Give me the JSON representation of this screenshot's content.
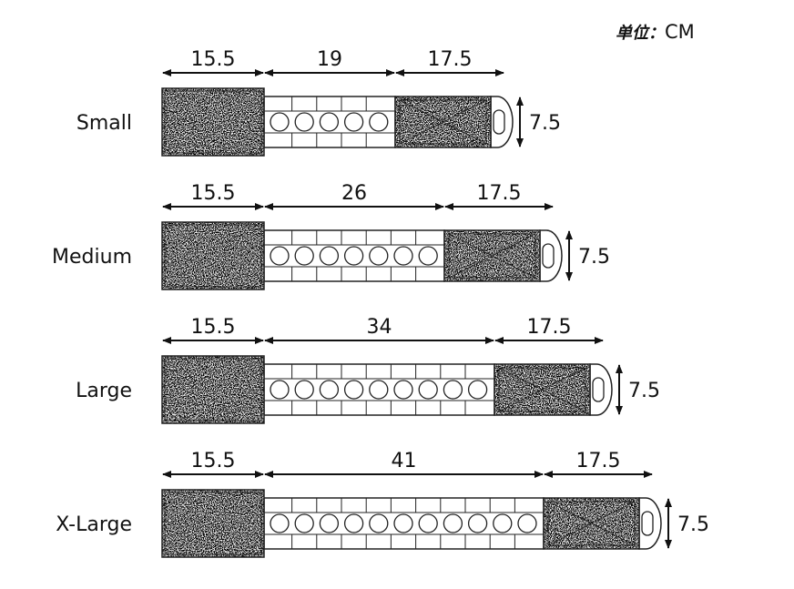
{
  "unit": {
    "prefix": "单位：",
    "value": "CM"
  },
  "colors": {
    "line": "#222222",
    "fill": "#e6e6e6"
  },
  "sizes": [
    {
      "name": "Small",
      "left": "15.5",
      "middle": "19",
      "right": "17.5",
      "height": "7.5",
      "loops": 5
    },
    {
      "name": "Medium",
      "left": "15.5",
      "middle": "26",
      "right": "17.5",
      "height": "7.5",
      "loops": 7
    },
    {
      "name": "Large",
      "left": "15.5",
      "middle": "34",
      "right": "17.5",
      "height": "7.5",
      "loops": 9
    },
    {
      "name": "X-Large",
      "left": "15.5",
      "middle": "41",
      "right": "17.5",
      "height": "7.5",
      "loops": 11
    }
  ]
}
